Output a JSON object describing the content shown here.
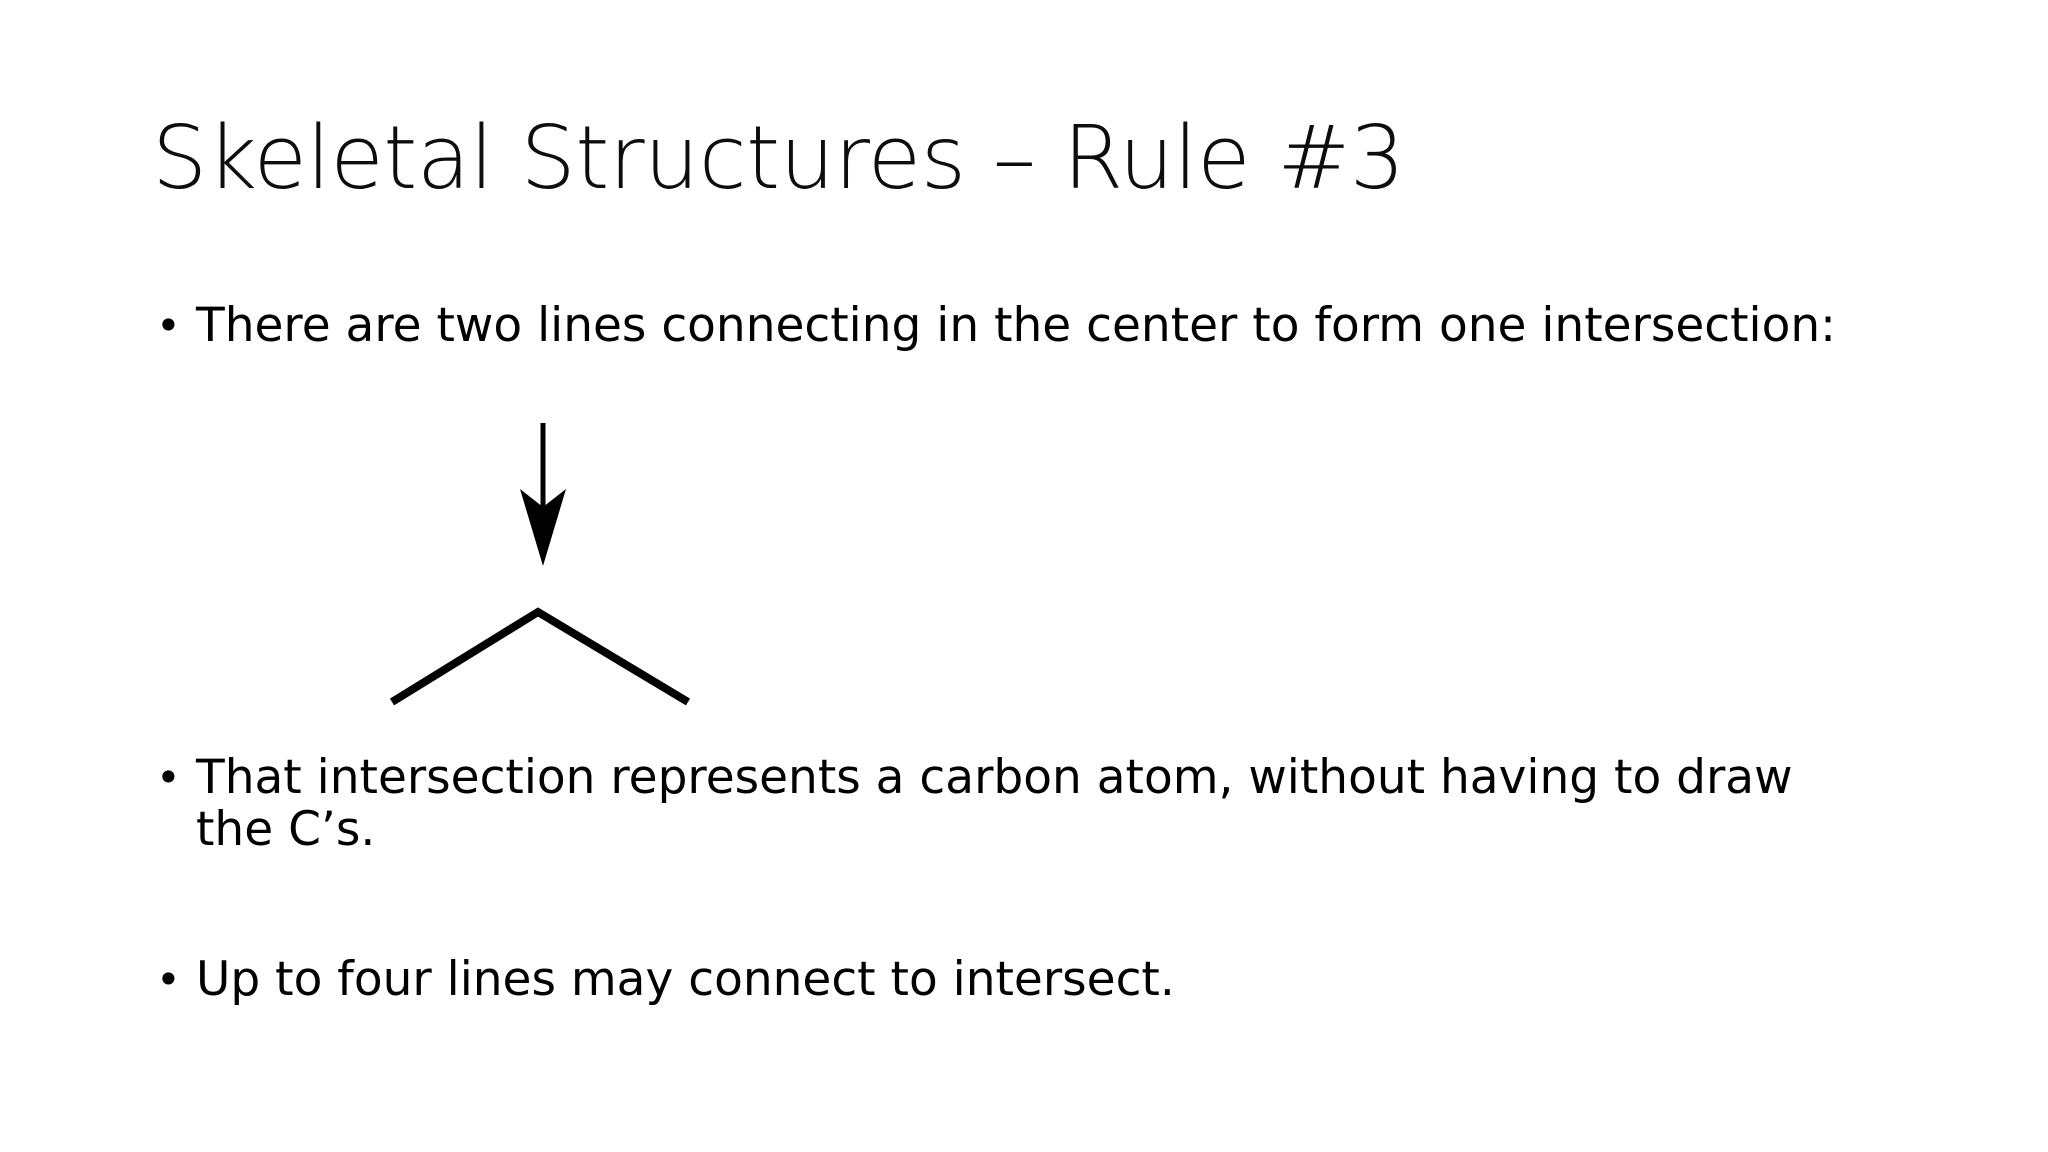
{
  "slide": {
    "background_color": "#ffffff",
    "text_color": "#000000",
    "title": "Skeletal Structures – Rule #3"
  },
  "body": {
    "bullet_marker": "•",
    "bullets": [
      {
        "id": "bullet-1",
        "text": "There are two lines connecting in the center to form one intersection:"
      },
      {
        "id": "bullet-2",
        "text": "That intersection represents a carbon atom, without having to draw the C’s."
      },
      {
        "id": "bullet-3",
        "text": "Up to four lines may connect to intersect."
      }
    ]
  },
  "diagram": {
    "name": "skeletal-bond-angle-diagram",
    "stroke_color": "#000000",
    "arrow": {
      "label": "down-arrow",
      "shaft_width": 5,
      "description": "vertical downward pointing arrow with concave stealth head"
    },
    "chevron": {
      "label": "bond-chevron",
      "stroke_width": 8,
      "description": "two straight lines meeting at an apex forming one intersection"
    }
  }
}
